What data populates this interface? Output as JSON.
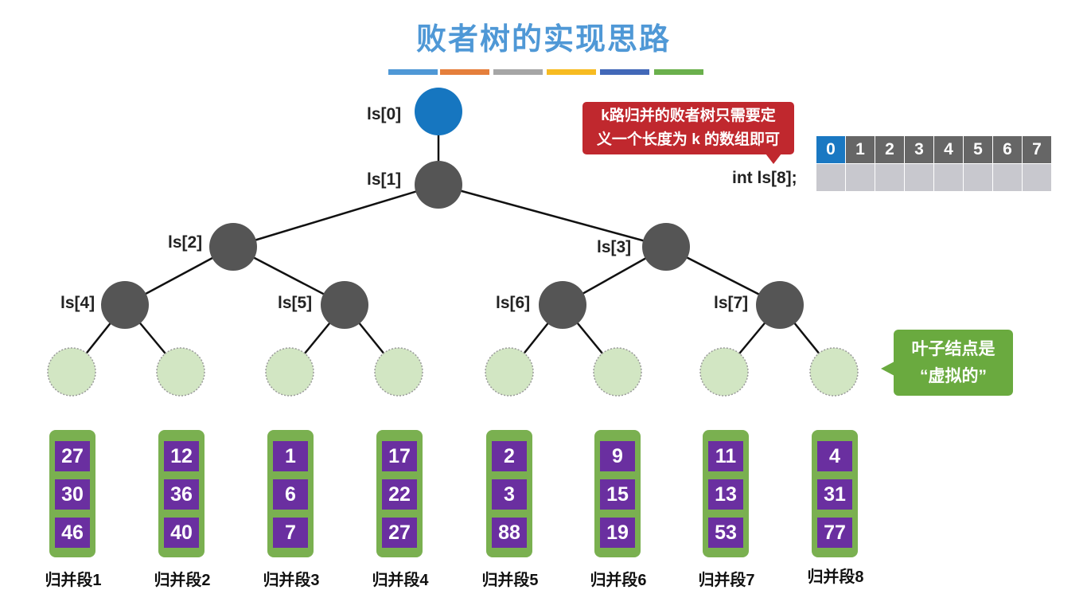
{
  "title": "败者树的实现思路",
  "color_bar": [
    "#4f98d6",
    "#e57f3c",
    "#a6a6a6",
    "#f7bb21",
    "#4268b8",
    "#6ab04c"
  ],
  "nodes": {
    "root_label": "ls[0]",
    "internal_labels": [
      "ls[1]",
      "ls[2]",
      "ls[3]",
      "ls[4]",
      "ls[5]",
      "ls[6]",
      "ls[7]"
    ]
  },
  "callout_red": {
    "line1": "k路归并的败者树只需要定",
    "line2": "义一个长度为 k 的数组即可"
  },
  "callout_green": {
    "line1": "叶子结点是",
    "line2": "“虚拟的”"
  },
  "array": {
    "declaration": "int ls[8];",
    "indices": [
      "0",
      "1",
      "2",
      "3",
      "4",
      "5",
      "6",
      "7"
    ]
  },
  "segments": [
    {
      "label": "归并段1",
      "values": [
        "27",
        "30",
        "46"
      ]
    },
    {
      "label": "归并段2",
      "values": [
        "12",
        "36",
        "40"
      ]
    },
    {
      "label": "归并段3",
      "values": [
        "1",
        "6",
        "7"
      ]
    },
    {
      "label": "归并段4",
      "values": [
        "17",
        "22",
        "27"
      ]
    },
    {
      "label": "归并段5",
      "values": [
        "2",
        "3",
        "88"
      ]
    },
    {
      "label": "归并段6",
      "values": [
        "9",
        "15",
        "19"
      ]
    },
    {
      "label": "归并段7",
      "values": [
        "11",
        "13",
        "53"
      ]
    },
    {
      "label": "归并段8",
      "values": [
        "4",
        "31",
        "77"
      ]
    }
  ],
  "colors": {
    "root_node": "#1676c0",
    "internal_node": "#555555",
    "leaf_node": "#d2e6c3",
    "segment_frame": "#7ab050",
    "segment_cell": "#6a2fa0"
  }
}
